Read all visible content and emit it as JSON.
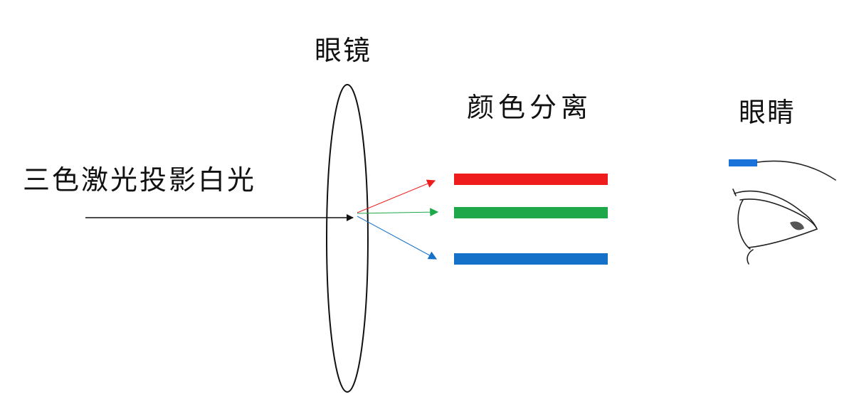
{
  "labels": {
    "lens": "眼镜",
    "separation": "颜色分离",
    "eye": "眼睛",
    "source": "三色激光投影白光"
  },
  "colors": {
    "red": "#ee1c1c",
    "green": "#1ea84a",
    "blue": "#1570c8",
    "ink": "#111111"
  }
}
